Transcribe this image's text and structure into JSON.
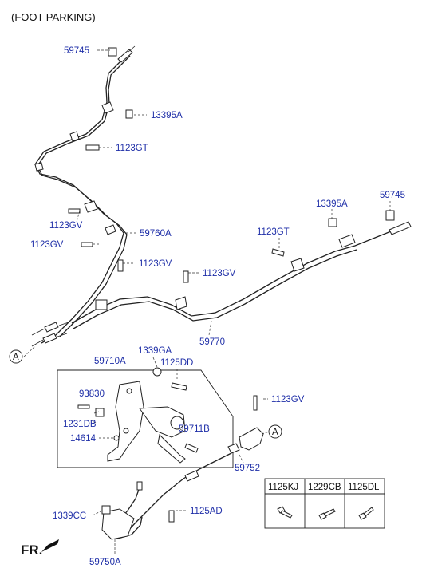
{
  "title": "(FOOT PARKING)",
  "orientation_label": "FR.",
  "labels": {
    "l59745_top": "59745",
    "l13395a_top": "13395A",
    "l1123gt_top": "1123GT",
    "l1123gv_a": "1123GV",
    "l59760a": "59760A",
    "l1123gv_b": "1123GV",
    "l1123gv_c": "1123GV",
    "l1123gv_d": "1123GV",
    "l13395a_right": "13395A",
    "l59745_right": "59745",
    "l1123gt_right": "1123GT",
    "l59770": "59770",
    "l59710a": "59710A",
    "l1339ga": "1339GA",
    "l1125dd": "1125DD",
    "l93830": "93830",
    "l1231db": "1231DB",
    "l14614": "14614",
    "l59711b": "59711B",
    "l1123gv_e": "1123GV",
    "l59752": "59752",
    "l1339cc": "1339CC",
    "l1125ad": "1125AD",
    "l59750a": "59750A"
  },
  "callouts": {
    "left": "A",
    "right": "A"
  },
  "fastener_table": {
    "headers": [
      "1125KJ",
      "1229CB",
      "1125DL"
    ]
  }
}
